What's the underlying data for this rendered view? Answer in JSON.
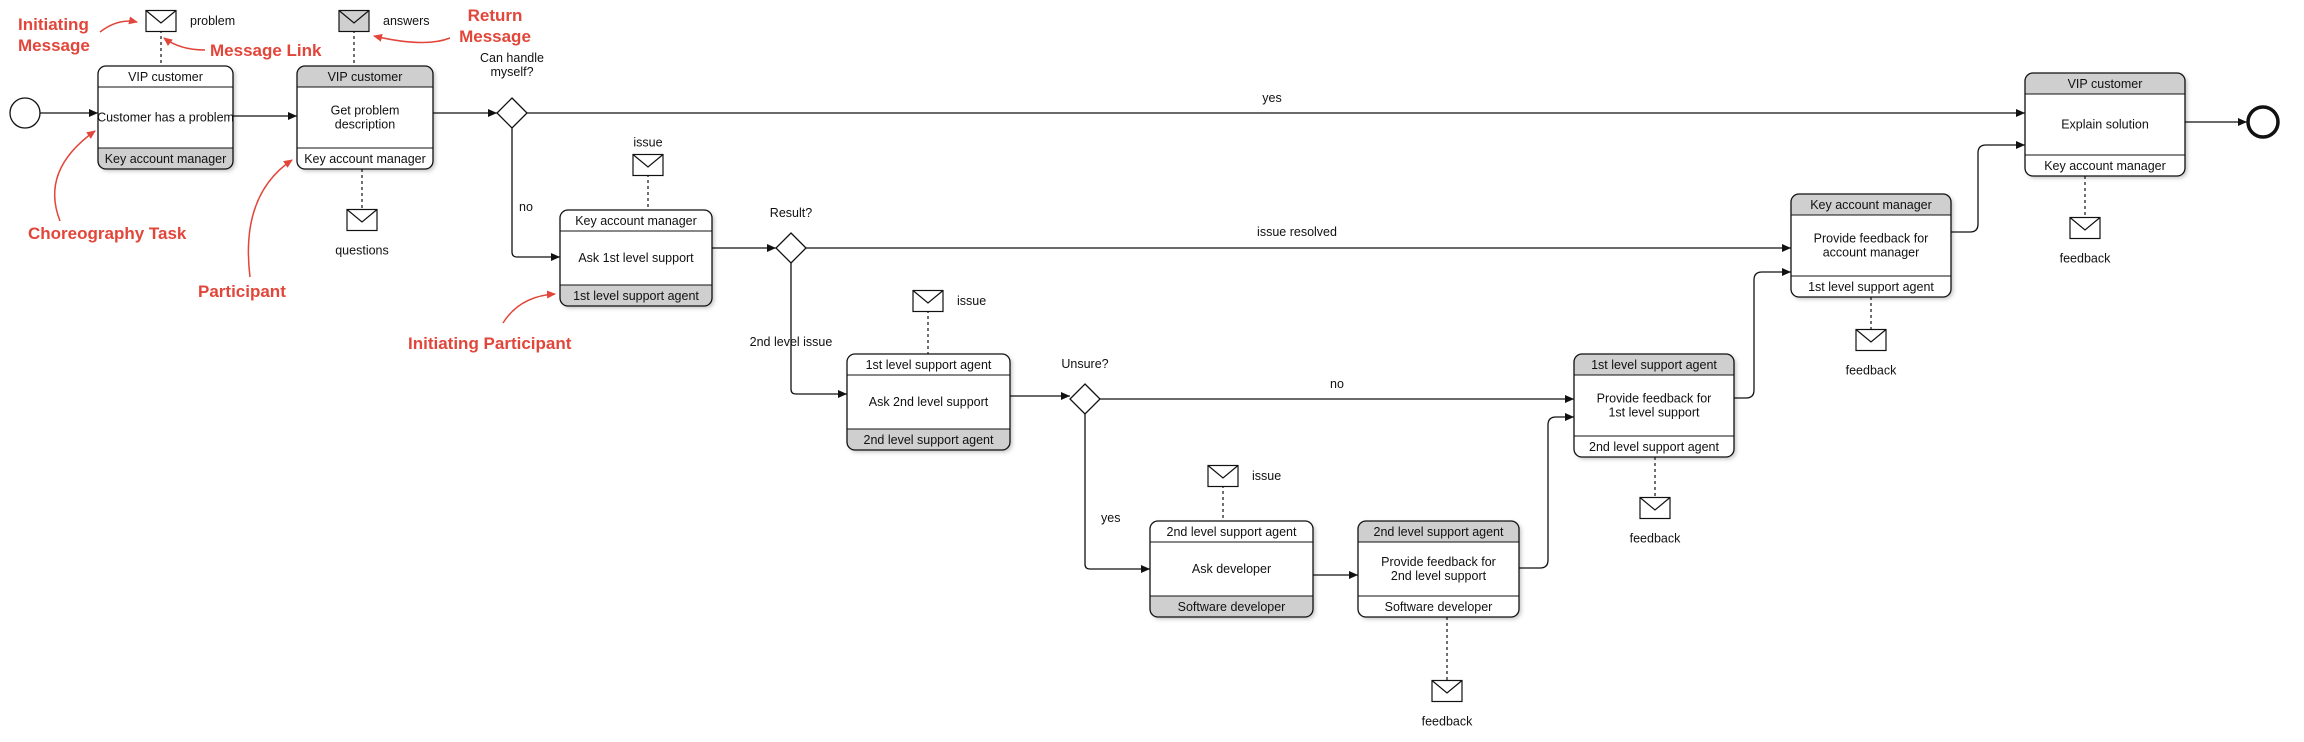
{
  "events": {},
  "tasks": [
    {
      "id": "t1",
      "top": "VIP customer",
      "body": "Customer has a problem",
      "bottom": "Key account manager",
      "initiator": "bottom"
    },
    {
      "id": "t2",
      "top": "VIP customer",
      "body": "Get problem description",
      "bottom": "Key account manager",
      "initiator": "top"
    },
    {
      "id": "t3",
      "top": "Key account manager",
      "body": "Ask 1st level support",
      "bottom": "1st level support agent",
      "initiator": "bottom"
    },
    {
      "id": "t4",
      "top": "1st level support agent",
      "body": "Ask 2nd level support",
      "bottom": "2nd level support agent",
      "initiator": "bottom"
    },
    {
      "id": "t5",
      "top": "2nd level support agent",
      "body": "Ask developer",
      "bottom": "Software developer",
      "initiator": "bottom"
    },
    {
      "id": "t6",
      "top": "2nd level support agent",
      "body": "Provide feedback for 2nd level support",
      "bottom": "Software developer",
      "initiator": "top"
    },
    {
      "id": "t7",
      "top": "1st level support agent",
      "body": "Provide feedback for 1st level support",
      "bottom": "2nd level support agent",
      "initiator": "top"
    },
    {
      "id": "t8",
      "top": "Key account manager",
      "body": "Provide feedback for account manager",
      "bottom": "1st level support agent",
      "initiator": "top"
    },
    {
      "id": "t9",
      "top": "VIP customer",
      "body": "Explain solution",
      "bottom": "Key account manager",
      "initiator": "top"
    }
  ],
  "gateways": [
    {
      "id": "g1",
      "label": "Can handle myself?"
    },
    {
      "id": "g2",
      "label": "Result?"
    },
    {
      "id": "g3",
      "label": "Unsure?"
    }
  ],
  "messages": [
    {
      "id": "m1",
      "label": "problem",
      "initiating": true
    },
    {
      "id": "m2",
      "label": "answers",
      "initiating": false
    },
    {
      "id": "m3",
      "label": "questions",
      "initiating": false
    },
    {
      "id": "m4",
      "label": "issue",
      "initiating": false
    },
    {
      "id": "m5",
      "label": "issue",
      "initiating": false
    },
    {
      "id": "m6",
      "label": "issue",
      "initiating": false
    },
    {
      "id": "m7",
      "label": "feedback",
      "initiating": false
    },
    {
      "id": "m8",
      "label": "feedback",
      "initiating": false
    },
    {
      "id": "m9",
      "label": "feedback",
      "initiating": false
    },
    {
      "id": "m10",
      "label": "feedback",
      "initiating": false
    }
  ],
  "flow_labels": {
    "yes_top": "yes",
    "no_left": "no",
    "issue_resolved": "issue resolved",
    "second_level_issue": "2nd level issue",
    "no_mid": "no",
    "yes_bottom": "yes"
  },
  "annotations": {
    "initiating_message": "Initiating Message",
    "message_link": "Message Link",
    "return_message": "Return Message",
    "choreography_task": "Choreography Task",
    "participant": "Participant",
    "initiating_participant": "Initiating Participant"
  },
  "colors": {
    "annotation": "#e2463a",
    "initiator_band": "#cfcfcf",
    "stroke": "#111111"
  }
}
